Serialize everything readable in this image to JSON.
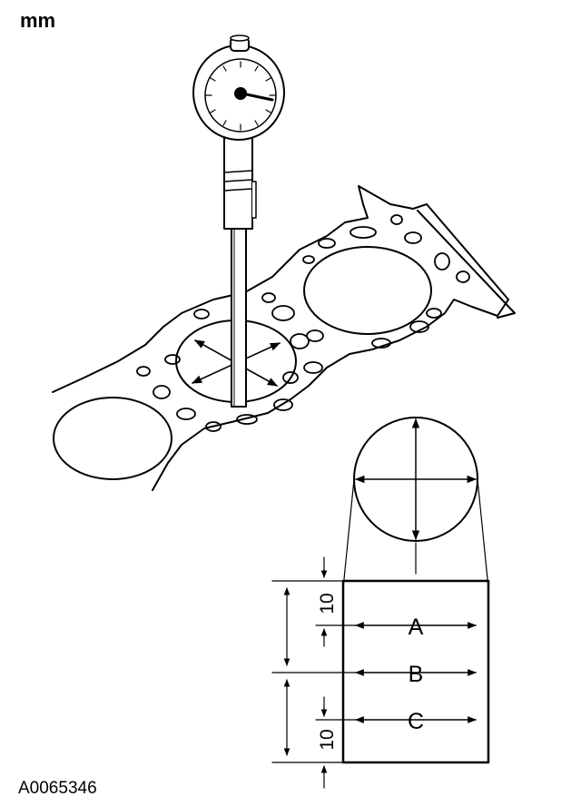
{
  "unit_label": "mm",
  "figure_id": "A0065346",
  "measurement_labels": [
    "A",
    "B",
    "C"
  ],
  "offset_top": "10",
  "offset_bottom": "10",
  "line_color": "#000000",
  "background": "#ffffff"
}
